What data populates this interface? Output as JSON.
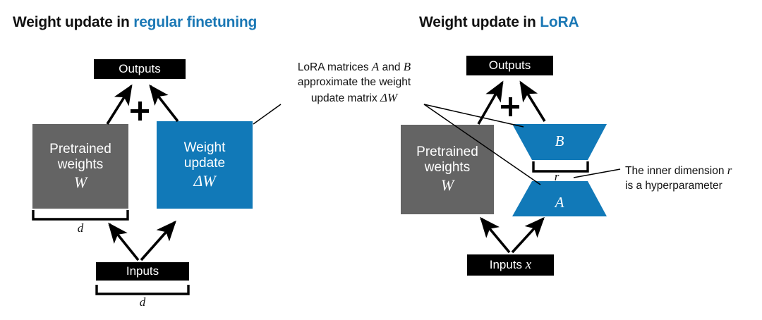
{
  "figure": {
    "panels": [
      {
        "id": "regular-finetuning",
        "title_plain": "Weight update in ",
        "title_accent": "regular finetuning",
        "outputs_label": "Outputs",
        "inputs_label": "Inputs",
        "pretrained_line1": "Pretrained",
        "pretrained_line2": "weights",
        "pretrained_symbol": "W",
        "update_line1": "Weight",
        "update_line2": "update",
        "update_symbol": "ΔW",
        "operator": "+",
        "bracket_weights_label": "d",
        "bracket_inputs_label": "d"
      },
      {
        "id": "lora",
        "title_plain": "Weight update in ",
        "title_accent": "LoRA",
        "outputs_label": "Outputs",
        "inputs_label": "Inputs ",
        "inputs_symbol": "x",
        "pretrained_line1": "Pretrained",
        "pretrained_line2": "weights",
        "pretrained_symbol": "W",
        "matrix_b_label": "B",
        "matrix_a_label": "A",
        "operator": "+",
        "bracket_inner_label": "r"
      }
    ],
    "annotations": [
      {
        "id": "lora-matrices-note",
        "line1_a": "LoRA matrices ",
        "line1_b": "A",
        "line1_c": " and ",
        "line1_d": "B",
        "line2": "approximate the weight",
        "line3_a": "update matrix ",
        "line3_b": "ΔW"
      },
      {
        "id": "inner-dimension-note",
        "line1_a": "The inner dimension ",
        "line1_b": "r",
        "line2": "is a hyperparameter"
      }
    ],
    "colors": {
      "accent_blue": "#1179B8",
      "title_blue": "#1B78B5",
      "grey_box": "#646464",
      "black_box": "#000000",
      "text": "#111111",
      "background": "#ffffff"
    }
  }
}
